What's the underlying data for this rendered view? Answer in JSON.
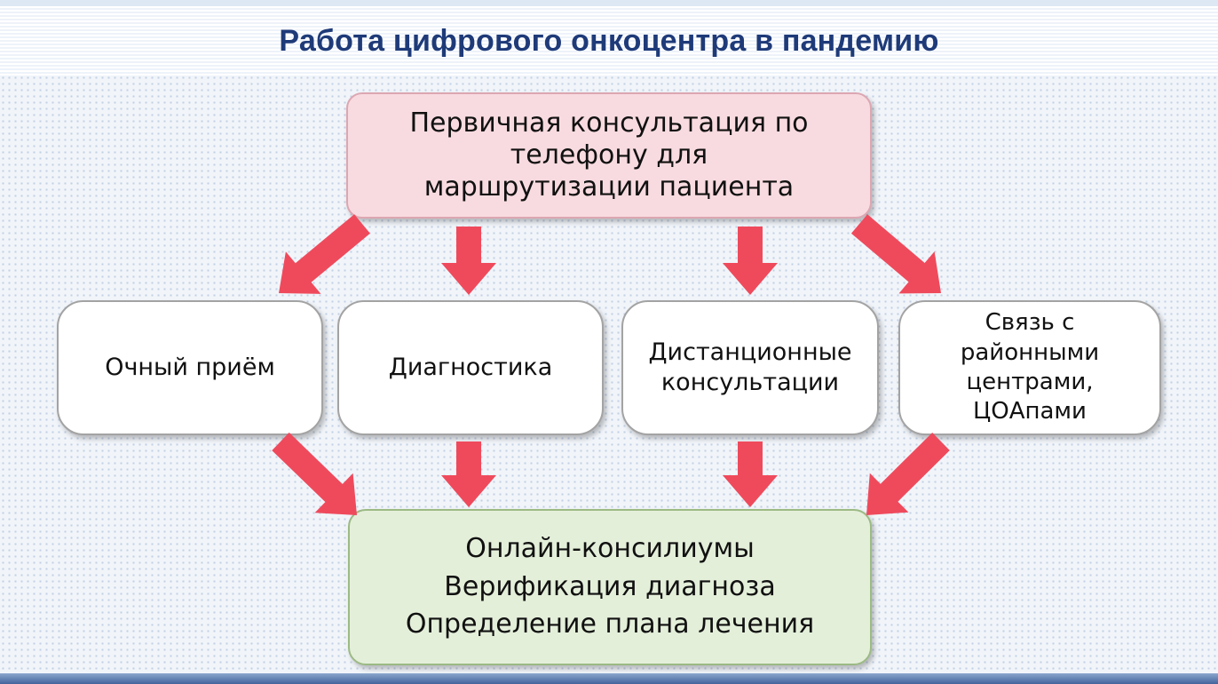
{
  "slide": {
    "title": "Работа цифрового онкоцентра в пандемию"
  },
  "diagram": {
    "top_box": {
      "text": "Первичная консультация по\nтелефону для\nмаршрутизации пациента"
    },
    "middle_boxes": [
      {
        "text": "Очный приём"
      },
      {
        "text": "Диагностика"
      },
      {
        "text": "Дистанционные\nконсультации"
      },
      {
        "text": "Связь с\nрайонными\nцентрами,\nЦОАпами"
      }
    ],
    "bottom_box": {
      "lines": [
        "Онлайн-консилиумы",
        "Верификация диагноза",
        "Определение плана лечения"
      ]
    },
    "colors": {
      "arrow": "#ef4a5c",
      "top_box_fill": "#f8dbe0",
      "bottom_box_fill": "#e4efda",
      "title": "#1e3a78"
    }
  }
}
